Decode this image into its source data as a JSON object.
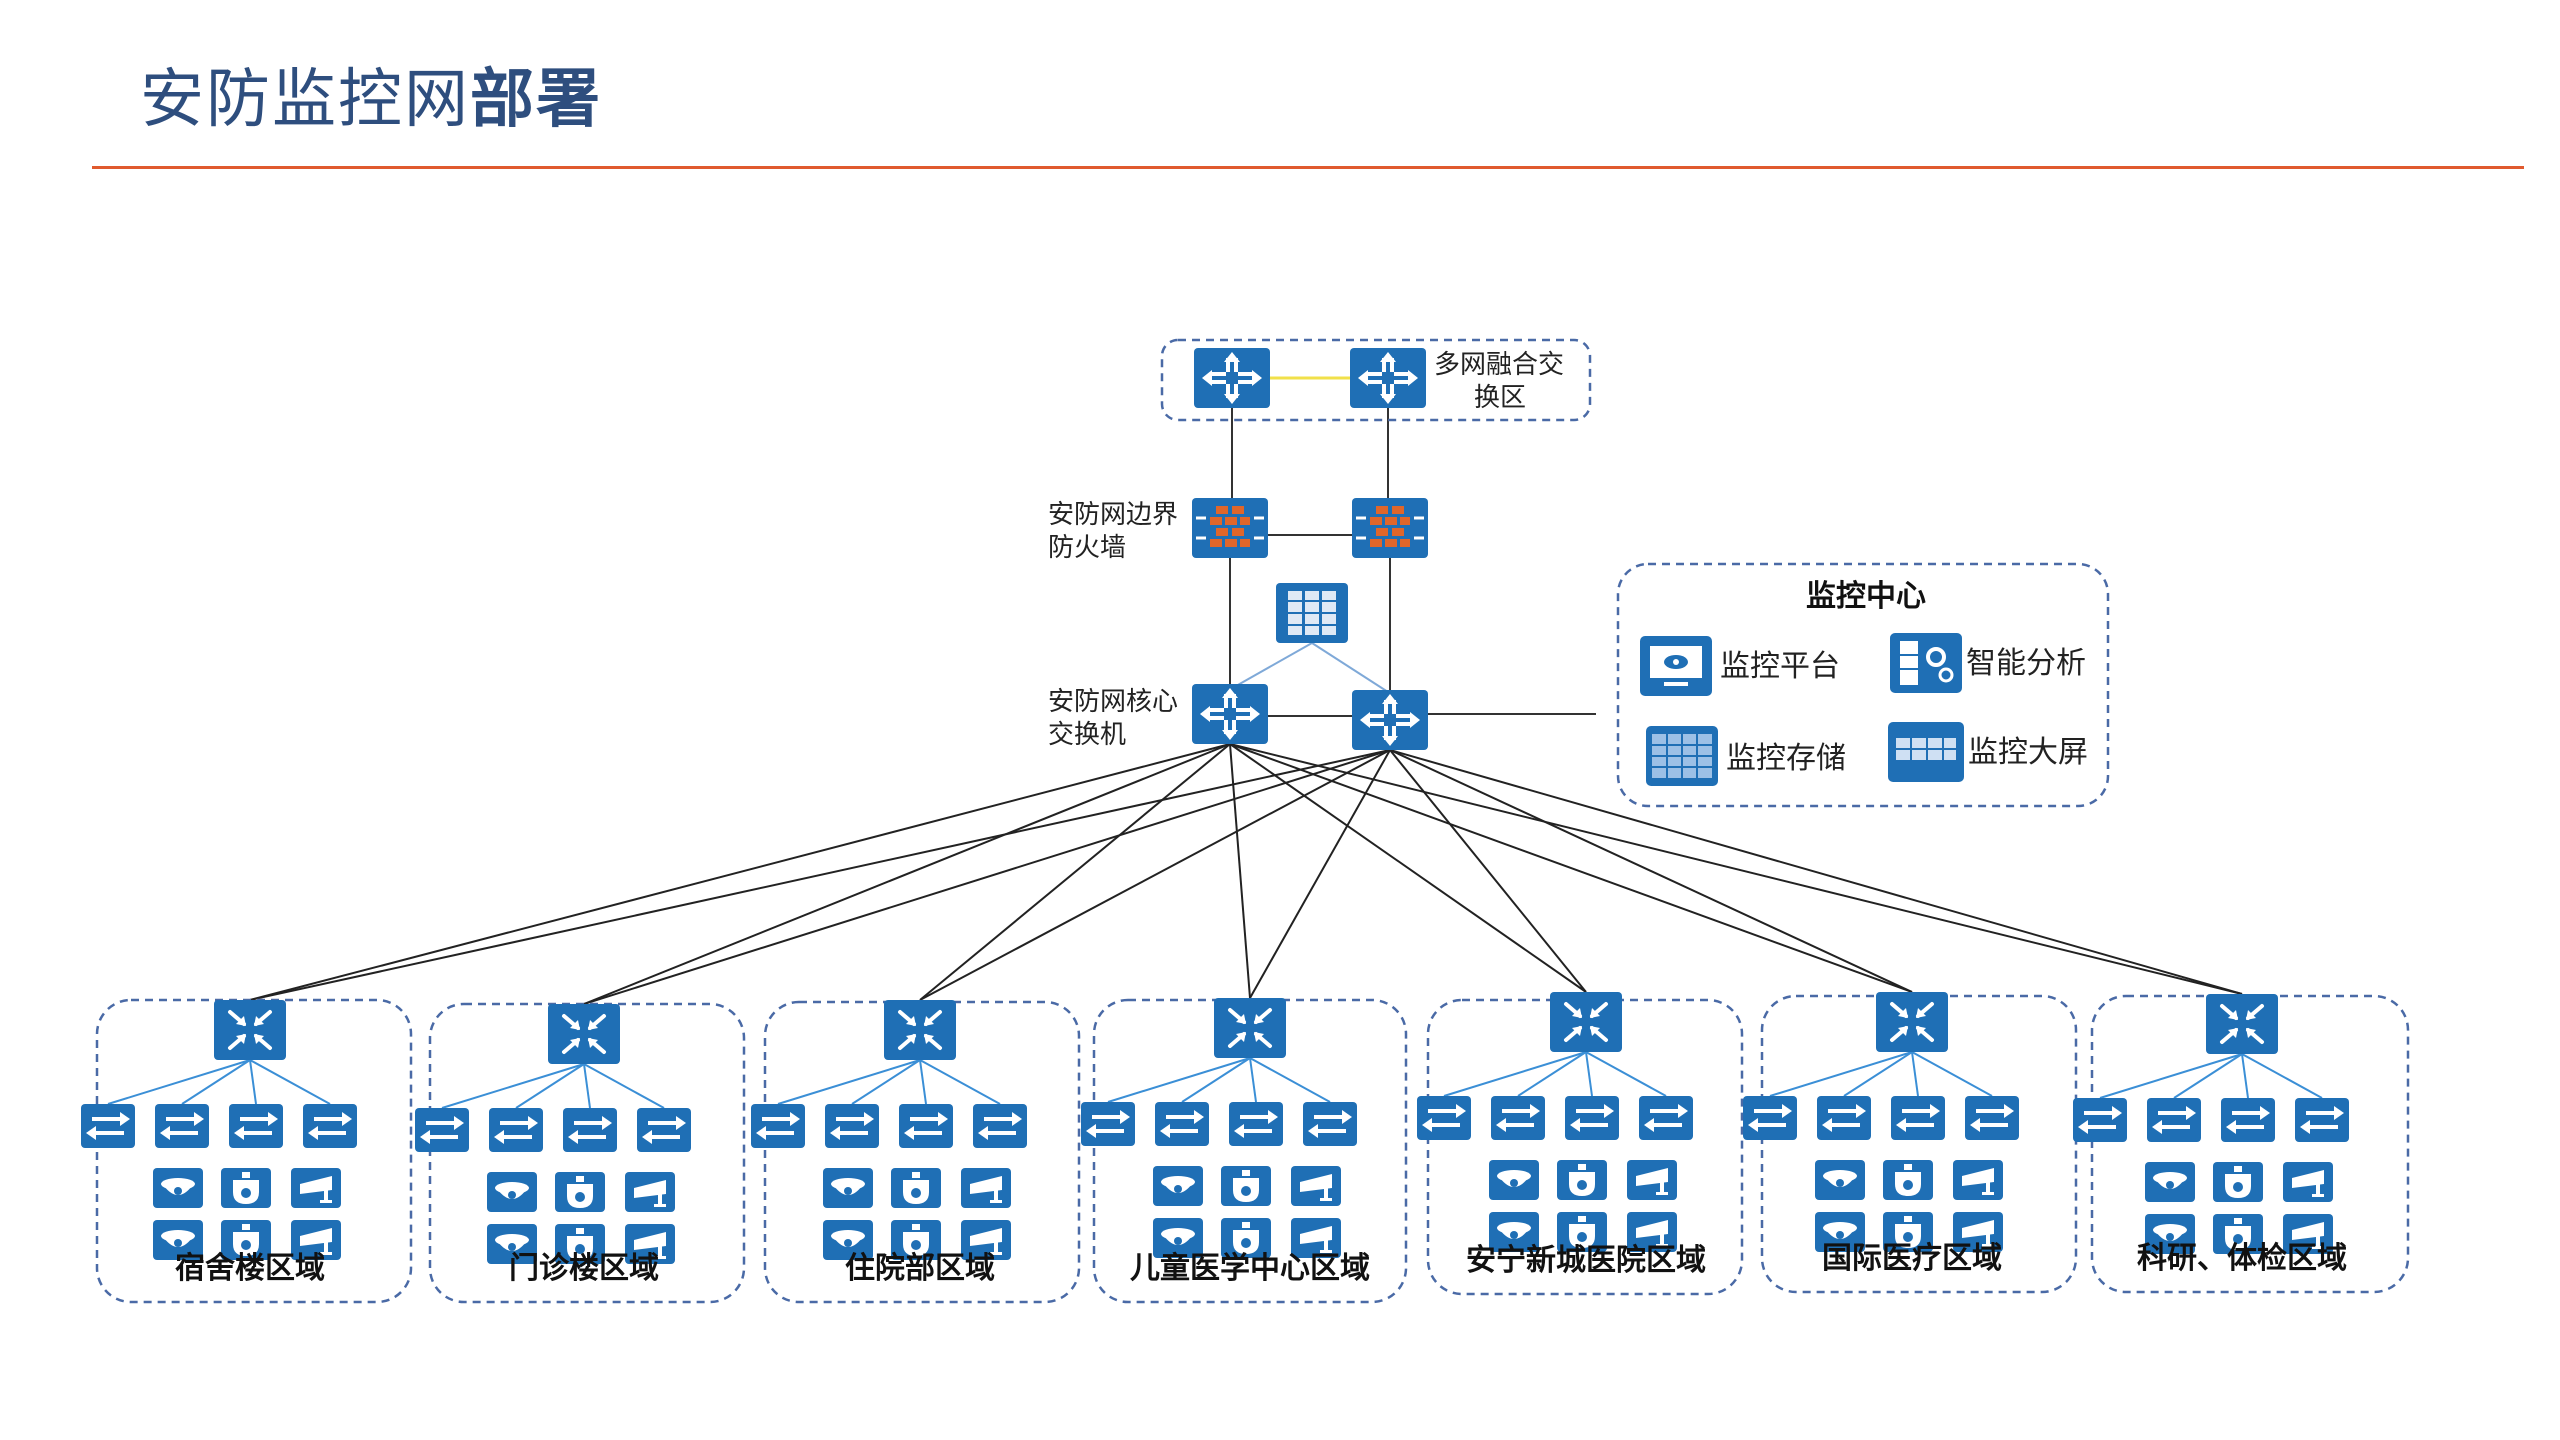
{
  "page": {
    "title_normal": "安防监控网",
    "title_bold": "部署"
  },
  "diagram": {
    "fusion_zone_label": [
      "多网融合交",
      "换区"
    ],
    "firewall_label": [
      "安防网边界",
      "防火墙"
    ],
    "core_label": [
      "安防网核心",
      "交换机"
    ],
    "monitor_center": {
      "title": "监控中心",
      "items": [
        {
          "label": "监控平台",
          "icon": "monitor-platform-icon"
        },
        {
          "label": "智能分析",
          "icon": "intelligent-analysis-icon"
        },
        {
          "label": "监控存储",
          "icon": "storage-icon"
        },
        {
          "label": "监控大屏",
          "icon": "video-wall-icon"
        }
      ]
    },
    "regions": [
      {
        "label": "宿舍楼区域"
      },
      {
        "label": "门诊楼区域"
      },
      {
        "label": "住院部区域"
      },
      {
        "label": "儿童医学中心区域"
      },
      {
        "label": "安宁新城医院区域"
      },
      {
        "label": "国际医疗区域"
      },
      {
        "label": "科研、体检区域"
      }
    ],
    "colors": {
      "device_blue": "#1f6fb5",
      "dashed_border": "#4a6aa6",
      "firewall_orange": "#e0662a",
      "link_yellow": "#f1e04a",
      "access_line": "#3b8fd6",
      "title_color": "#2e4e7e",
      "rule_color": "#e05a2e"
    }
  }
}
